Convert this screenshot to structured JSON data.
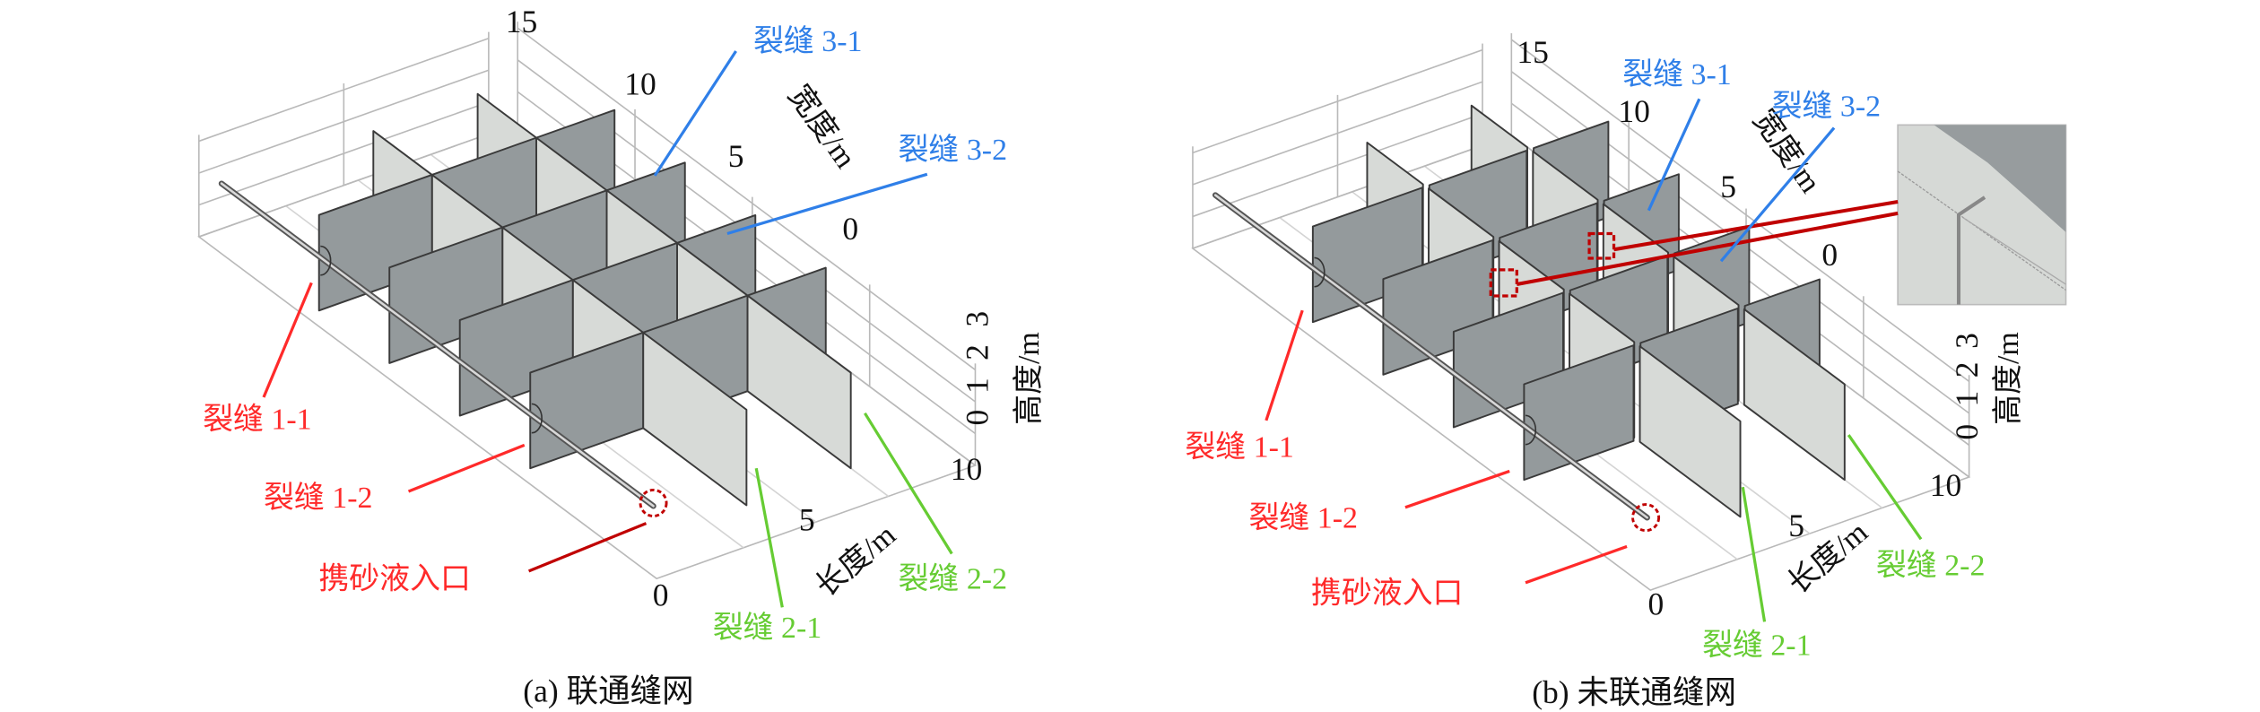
{
  "colors": {
    "red": "#ff2a2a",
    "dark_red": "#c00000",
    "blue": "#2f7fe8",
    "green": "#66cc33",
    "panel_dark": "#949a9c",
    "panel_light": "#d7dad7"
  },
  "panels": [
    {
      "caption": "(a) 联通缝网",
      "width_axis": {
        "title": "宽度/m",
        "ticks": [
          "15",
          "10",
          "5",
          "0"
        ]
      },
      "height_axis": {
        "title": "高度/m",
        "ticks": [
          "3",
          "2",
          "1",
          "0"
        ]
      },
      "length_axis": {
        "title": "长度/m",
        "ticks": [
          "0",
          "5",
          "10"
        ]
      },
      "labels": {
        "f31": "裂缝 3-1",
        "f32": "裂缝 3-2",
        "f11": "裂缝 1-1",
        "f12": "裂缝 1-2",
        "inlet": "携砂液入口",
        "f21": "裂缝 2-1",
        "f22": "裂缝 2-2"
      }
    },
    {
      "caption": "(b) 未联通缝网",
      "width_axis": {
        "title": "宽度/m",
        "ticks": [
          "15",
          "10",
          "5",
          "0"
        ]
      },
      "height_axis": {
        "title": "高度/m",
        "ticks": [
          "3",
          "2",
          "1",
          "0"
        ]
      },
      "length_axis": {
        "title": "长度/m",
        "ticks": [
          "0",
          "5",
          "10"
        ]
      },
      "labels": {
        "f31": "裂缝 3-1",
        "f32": "裂缝 3-2",
        "f11": "裂缝 1-1",
        "f12": "裂缝 1-2",
        "inlet": "携砂液入口",
        "f21": "裂缝 2-1",
        "f22": "裂缝 2-2"
      }
    }
  ]
}
